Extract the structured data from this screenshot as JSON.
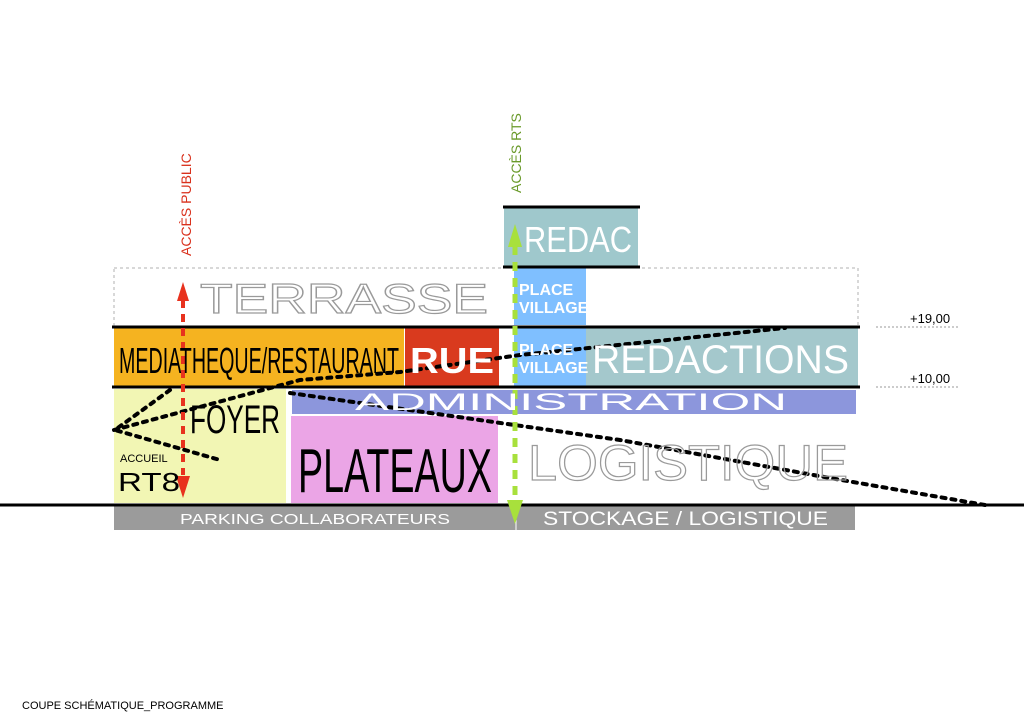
{
  "caption": "COUPE  SCHÉMATIQUE_PROGRAMME",
  "access": {
    "public": "ACCÈS PUBLIC",
    "rts": "ACCÈS RTS"
  },
  "levels": {
    "upper": "+19,00",
    "lower": "+10,00"
  },
  "zones": {
    "redac": "REDAC",
    "terrasse": "TERRASSE",
    "place_village_top_1": "PLACE",
    "place_village_top_2": "VILLAGE",
    "mediatheque": "MEDIATHEQUE/RESTAURANT",
    "rue": "RUE",
    "place_village_mid_1": "PLACE",
    "place_village_mid_2": "VILLAGE",
    "redactions": "REDACTIONS",
    "administration": "ADMINISTRATION",
    "foyer": "FOYER",
    "accueil": "ACCUEIL",
    "rt8": "RT8",
    "plateaux": "PLATEAUX",
    "logistique": "LOGISTIQUE",
    "parking": "PARKING  COLLABORATEURS",
    "stockage": "STOCKAGE / LOGISTIQUE"
  },
  "colors": {
    "redac": "#9fc8cc",
    "place_village": "#7fbfff",
    "mediatheque": "#f5b320",
    "rue": "#d93a1e",
    "redactions": "#a4c8cc",
    "administration": "#8c96dc",
    "foyer": "#f2f6b4",
    "plateaux": "#eba5e6",
    "basement": "#9b9b9b",
    "public_access": "#e8321e",
    "rts_access": "#a8e03c",
    "rts_label": "#6a9a2a"
  }
}
